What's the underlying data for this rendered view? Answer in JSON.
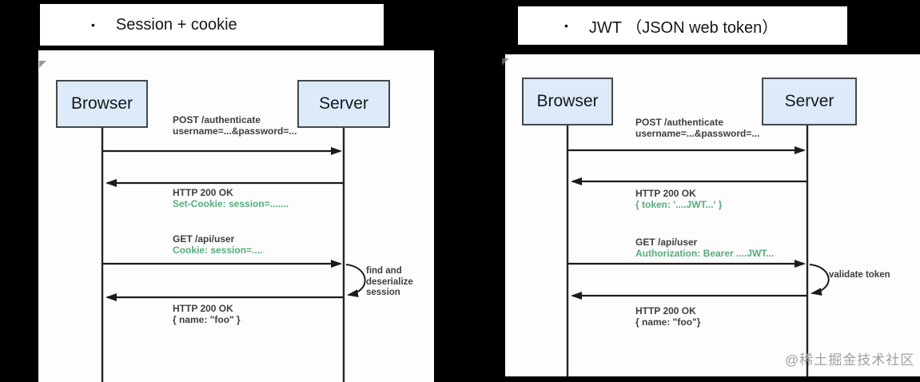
{
  "left": {
    "bullet": "•",
    "title": "Session + cookie",
    "actors": {
      "client": "Browser",
      "server": "Server"
    },
    "msg1_l1": "POST /authenticate",
    "msg1_l2": "username=...&password=...",
    "msg2_l1": "HTTP 200 OK",
    "msg2_l2": "Set-Cookie: session=.......",
    "msg3_l1": "GET /api/user",
    "msg3_l2": "Cookie: session=....",
    "loop_label": "find and\ndeserialize\nsession",
    "msg4_l1": "HTTP 200 OK",
    "msg4_l2": "{ name: \"foo\" }"
  },
  "right": {
    "bullet": "•",
    "title": "JWT （JSON web token）",
    "actors": {
      "client": "Browser",
      "server": "Server"
    },
    "msg1_l1": "POST /authenticate",
    "msg1_l2": "username=...&password=...",
    "msg2_l1": "HTTP 200 OK",
    "msg2_l2": "{ token: '....JWT...' }",
    "msg3_l1": "GET /api/user",
    "msg3_l2": "Authorization: Bearer ....JWT...",
    "loop_label": "validate token",
    "msg4_l1": "HTTP 200 OK",
    "msg4_l2": "{ name: \"foo\"}"
  },
  "watermark": "@稀土掘金技术社区",
  "colors": {
    "background": "#000000",
    "panel": "#fdfdfd",
    "actor_fill": "#dceafa",
    "actor_border": "#44484c",
    "arrow": "#1b1b1b",
    "header_text": "#3e3e3e",
    "green_text": "#55ad7a",
    "watermark_gray": "#9ca1a7"
  }
}
